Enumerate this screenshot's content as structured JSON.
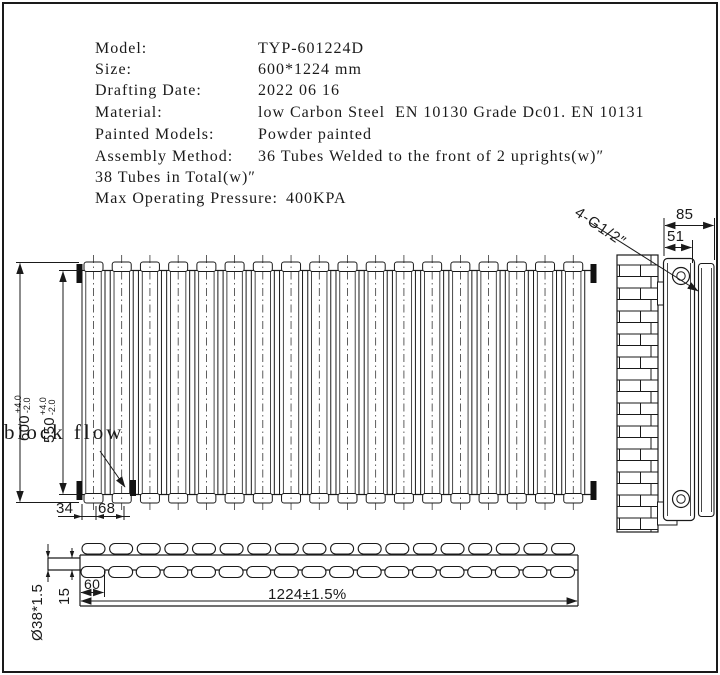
{
  "specs": {
    "rows": [
      {
        "label": "Model:",
        "value": "TYP-601224D"
      },
      {
        "label": "Size:",
        "value": "600*1224 mm"
      },
      {
        "label": "Drafting Date:",
        "value": "2022 06 16"
      },
      {
        "label": "Material:",
        "value": "low Carbon Steel  EN 10130 Grade Dc01. EN 10131"
      },
      {
        "label": "Painted Models:",
        "value": "Powder painted"
      },
      {
        "label": "Assembly Method:",
        "value": "36 Tubes Welded to the front of 2 uprights(w)″"
      }
    ],
    "tubes_total_line": "38 Tubes in Total(w)″",
    "pressure_label": "Max Operating Pressure:",
    "pressure_value": "400KPA"
  },
  "front_view": {
    "height_dim": {
      "value": "600",
      "plus": "+4.0",
      "minus": "-2.0"
    },
    "tube_height_dim": {
      "value": "550",
      "plus": "+4.0",
      "minus": "-2.0"
    },
    "offset_dim": "34",
    "pitch_dim": "68",
    "annotation": "block flow",
    "tube_count": 18
  },
  "side_view": {
    "depth_dim": "85",
    "bracket_dim": "51",
    "connection_label": "4-G1/2″"
  },
  "plan_view": {
    "length_dim": "1224±1.5%",
    "row_gap_dim": "15",
    "end_dim": "60",
    "tube_spec": "Ø38*1.5",
    "tube_count": 18
  },
  "line_color": "#1a1a1a"
}
